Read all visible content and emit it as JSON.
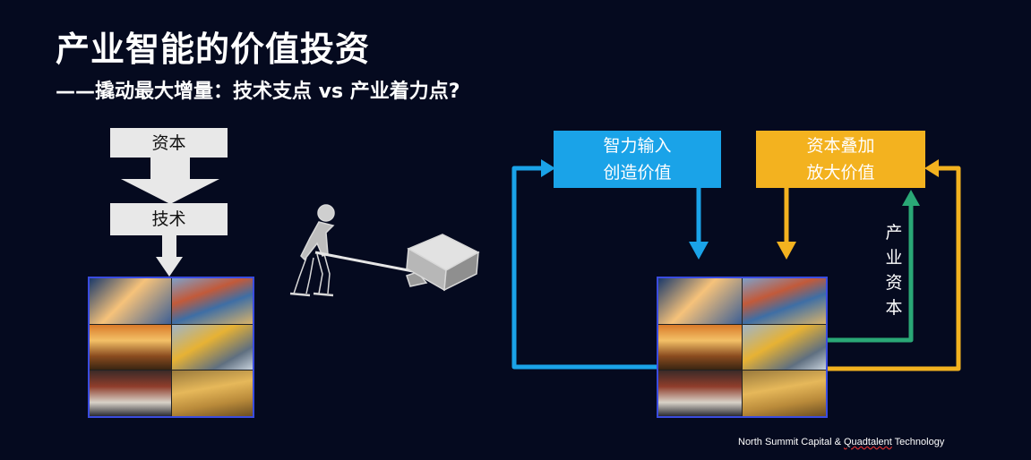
{
  "title": "产业智能的价值投资",
  "subtitle": "——撬动最大增量：技术支点 vs 产业着力点?",
  "left_flow": {
    "capital_label": "资本",
    "tech_label": "技术"
  },
  "right_flow": {
    "blue_box": {
      "line1": "智力输入",
      "line2": "创造价值"
    },
    "yellow_box": {
      "line1": "资本叠加",
      "line2": "放大价值"
    },
    "industry_capital_label": [
      "产",
      "业",
      "资",
      "本"
    ]
  },
  "footer": {
    "prefix": "North Summit Capital & ",
    "squiggly_word": "Quadtalent",
    "suffix": " Technology"
  },
  "colors": {
    "background": "#050a1f",
    "blue": "#1aa3e8",
    "yellow": "#f3b21f",
    "green": "#2aa876",
    "gray": "#e8e8e8"
  },
  "icons": [
    "lever-man-illustration",
    "industry-collage-image"
  ]
}
